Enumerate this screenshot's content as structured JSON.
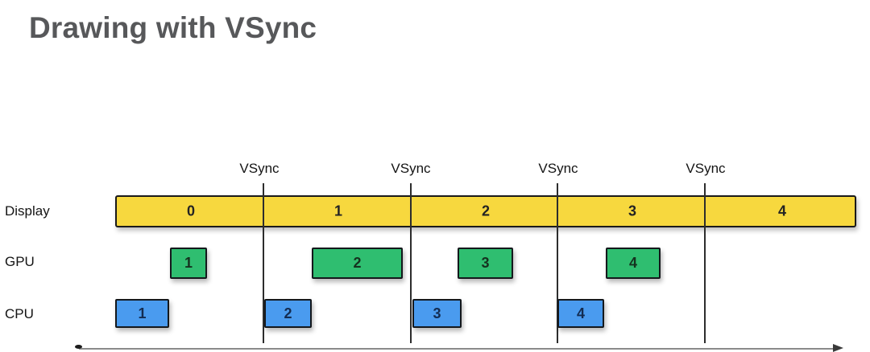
{
  "title": "Drawing with VSync",
  "vsync": {
    "labels": [
      "VSync",
      "VSync",
      "VSync",
      "VSync"
    ]
  },
  "rows": {
    "display": {
      "label": "Display",
      "frames": [
        "0",
        "1",
        "2",
        "3",
        "4"
      ]
    },
    "gpu": {
      "label": "GPU",
      "frames": [
        "1",
        "2",
        "3",
        "4"
      ]
    },
    "cpu": {
      "label": "CPU",
      "frames": [
        "1",
        "2",
        "3",
        "4"
      ]
    }
  },
  "icons": {
    "time_axis_arrow": "right-arrow-icon"
  },
  "colors": {
    "title_text": "#57585a",
    "display_fill": "#f7d83e",
    "gpu_fill": "#2fbe70",
    "cpu_fill": "#4a9bef",
    "block_outline": "#1a1a1a",
    "vsync_line": "#2d2d2d",
    "axis_line": "#8a8a8a"
  }
}
